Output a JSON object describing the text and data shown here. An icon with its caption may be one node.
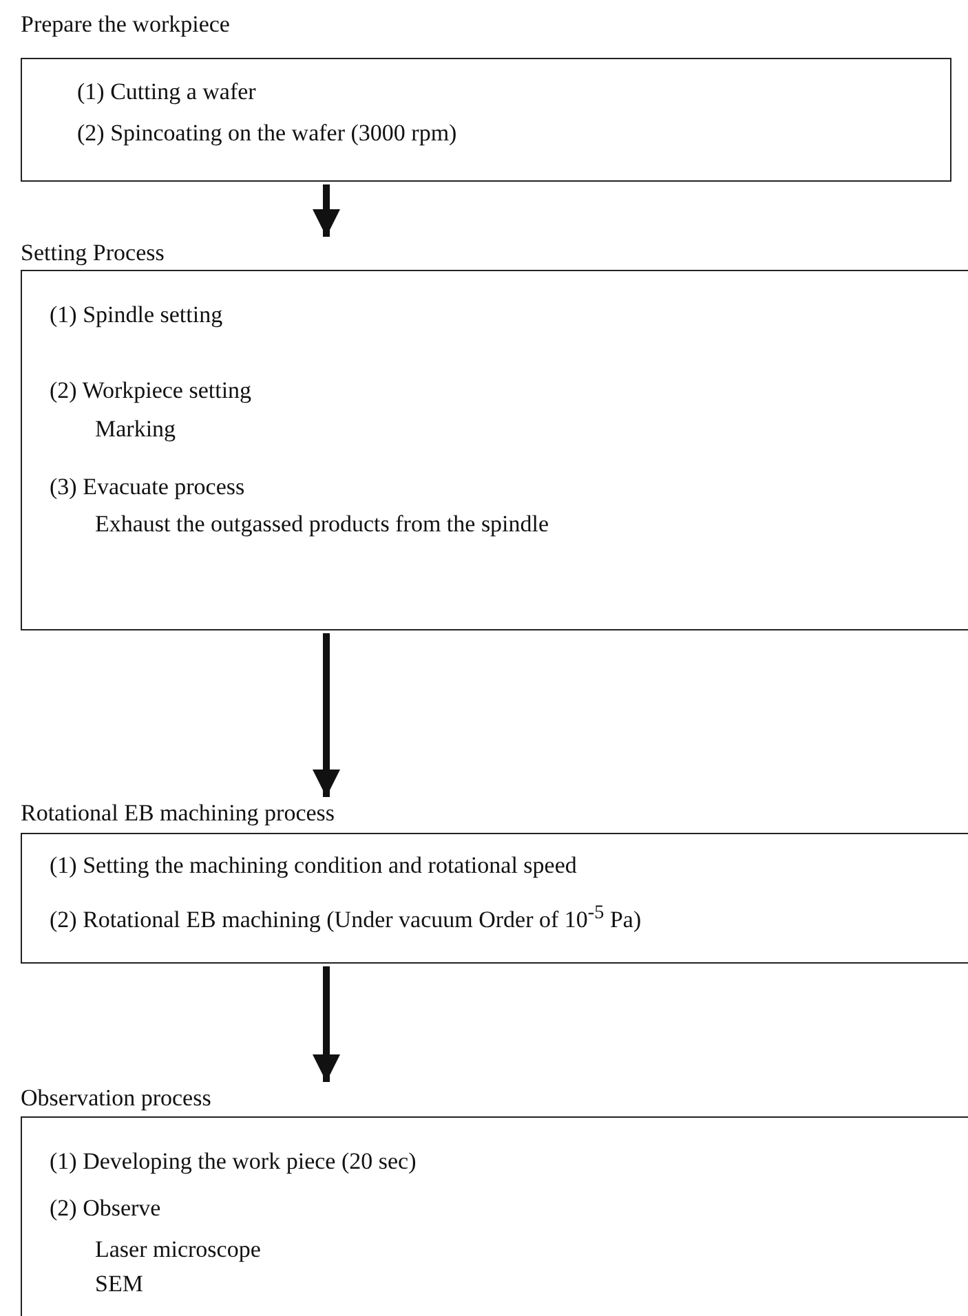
{
  "diagram": {
    "nodes": [
      {
        "text": [
          "Prepare the workpiece",
          "(1) Cutting a wafer",
          "(2) Spincoating on the wafer (3000 rpm)"
        ]
      },
      {
        "text": [
          "Setting Process",
          "(1) Spindle setting",
          "(2) Workpiece setting",
          "Marking",
          "(3) Evacuate process",
          "Exhaust the outgassed products from the spindle"
        ]
      },
      {
        "text": [
          "Rotational EB machining process",
          "(1) Setting the machining condition and rotational speed",
          "(2) Rotational EB machining (Under vacuum Order of 10$^{-5}$ Pa)"
        ]
      },
      {
        "text": [
          "Observation process",
          "(1) Developing the work piece (20 sec)",
          "(2) Observe",
          "Laser microscope",
          "SEM"
        ]
      }
    ],
    "edges": [
      {
        "from": 0,
        "to": 1,
        "arrow": "to"
      },
      {
        "from": 1,
        "to": 2,
        "arrow": "to"
      },
      {
        "from": 2,
        "to": 3,
        "arrow": "to"
      }
    ]
  }
}
